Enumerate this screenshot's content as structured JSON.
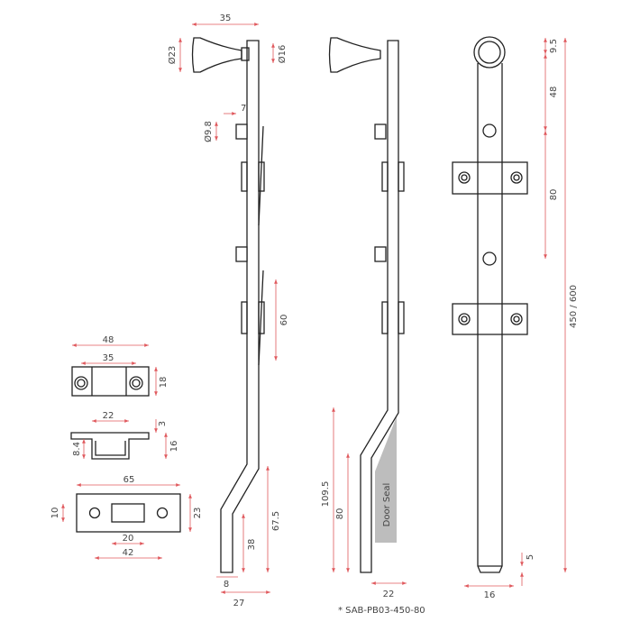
{
  "colors": {
    "dimension": "#e05a5e",
    "outline": "#222222",
    "seal": "#bdbdbd"
  },
  "side_view": {
    "knob_length": "35",
    "knob_diameter": "Ø23",
    "base_diameter": "Ø16",
    "pin_offset": "7",
    "pin_diameter": "Ø9.8",
    "bracket_spacing": "60",
    "offset_height": "67.5",
    "bottom_height": "38",
    "rod_width": "8",
    "total_offset": "27"
  },
  "seal_view": {
    "seal_label": "Door Seal",
    "bend_height": "109.5",
    "seal_height": "80",
    "offset": "22",
    "caption": "* SAB-PB03-450-80"
  },
  "front_view": {
    "ring_offset": "9.5",
    "first_hole": "48",
    "hole_spacing": "80",
    "total_length": "450 / 600",
    "tip_length": "5",
    "rod_diameter": "16"
  },
  "keeper": {
    "width": "48",
    "hole_spacing": "35",
    "height": "18"
  },
  "strike_side": {
    "slot_width": "22",
    "plate_thickness": "3",
    "depth": "16",
    "inner_depth": "8.4"
  },
  "strike_plate": {
    "width": "65",
    "slot_height": "10",
    "height": "23",
    "slot_width": "20",
    "hole_spacing": "42"
  }
}
